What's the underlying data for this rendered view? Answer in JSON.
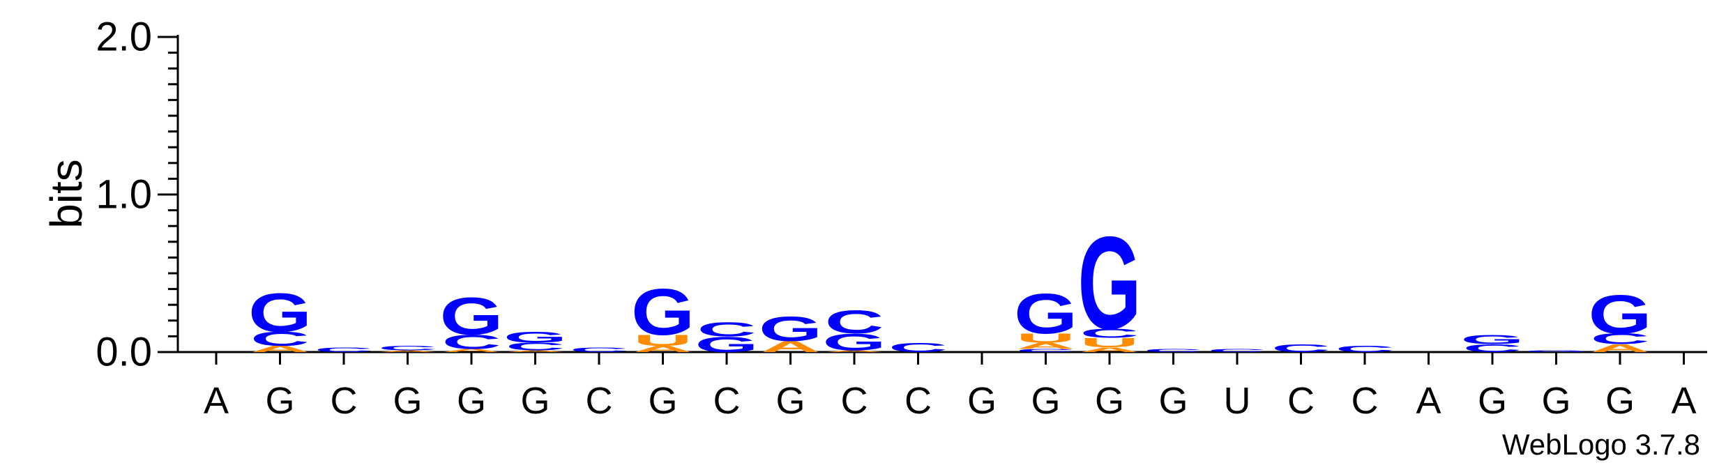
{
  "chart_data": {
    "type": "sequence-logo",
    "ylabel": "bits",
    "ylim": [
      0,
      2
    ],
    "yticks": [
      "0.0",
      "1.0",
      "2.0"
    ],
    "positions": [
      "A",
      "G",
      "C",
      "G",
      "G",
      "G",
      "C",
      "G",
      "C",
      "G",
      "C",
      "C",
      "G",
      "G",
      "G",
      "G",
      "U",
      "C",
      "C",
      "A",
      "G",
      "G",
      "G",
      "A"
    ],
    "colors": {
      "G": "#0000ff",
      "C": "#0000ff",
      "A": "#ff8c00",
      "U": "#ff8c00"
    },
    "stacks": [
      [],
      [
        {
          "letter": "A",
          "bits": 0.04
        },
        {
          "letter": "C",
          "bits": 0.09
        },
        {
          "letter": "G",
          "bits": 0.25
        }
      ],
      [
        {
          "letter": "C",
          "bits": 0.03
        }
      ],
      [
        {
          "letter": "A",
          "bits": 0.01
        },
        {
          "letter": "C",
          "bits": 0.03
        }
      ],
      [
        {
          "letter": "A",
          "bits": 0.02
        },
        {
          "letter": "C",
          "bits": 0.09
        },
        {
          "letter": "G",
          "bits": 0.24
        }
      ],
      [
        {
          "letter": "A",
          "bits": 0.01
        },
        {
          "letter": "C",
          "bits": 0.05
        },
        {
          "letter": "G",
          "bits": 0.07
        }
      ],
      [
        {
          "letter": "C",
          "bits": 0.03
        }
      ],
      [
        {
          "letter": "A",
          "bits": 0.04
        },
        {
          "letter": "U",
          "bits": 0.07
        },
        {
          "letter": "G",
          "bits": 0.3
        }
      ],
      [
        {
          "letter": "G",
          "bits": 0.1
        },
        {
          "letter": "C",
          "bits": 0.09
        }
      ],
      [
        {
          "letter": "A",
          "bits": 0.07
        },
        {
          "letter": "G",
          "bits": 0.16
        }
      ],
      [
        {
          "letter": "A",
          "bits": 0.01
        },
        {
          "letter": "G",
          "bits": 0.11
        },
        {
          "letter": "C",
          "bits": 0.15
        }
      ],
      [
        {
          "letter": "C",
          "bits": 0.06
        }
      ],
      [],
      [
        {
          "letter": "C",
          "bits": 0.02
        },
        {
          "letter": "A",
          "bits": 0.04
        },
        {
          "letter": "U",
          "bits": 0.06
        },
        {
          "letter": "G",
          "bits": 0.26
        }
      ],
      [
        {
          "letter": "A",
          "bits": 0.03
        },
        {
          "letter": "U",
          "bits": 0.06
        },
        {
          "letter": "C",
          "bits": 0.06
        },
        {
          "letter": "G",
          "bits": 0.6
        }
      ],
      [
        {
          "letter": "C",
          "bits": 0.02
        }
      ],
      [
        {
          "letter": "C",
          "bits": 0.02
        }
      ],
      [
        {
          "letter": "C",
          "bits": 0.05
        }
      ],
      [
        {
          "letter": "C",
          "bits": 0.04
        }
      ],
      [],
      [
        {
          "letter": "C",
          "bits": 0.05
        },
        {
          "letter": "G",
          "bits": 0.06
        }
      ],
      [
        {
          "letter": "G",
          "bits": 0.01
        }
      ],
      [
        {
          "letter": "A",
          "bits": 0.05
        },
        {
          "letter": "C",
          "bits": 0.07
        },
        {
          "letter": "G",
          "bits": 0.25
        }
      ],
      []
    ]
  },
  "footer": {
    "credit": "WebLogo 3.7.8"
  }
}
